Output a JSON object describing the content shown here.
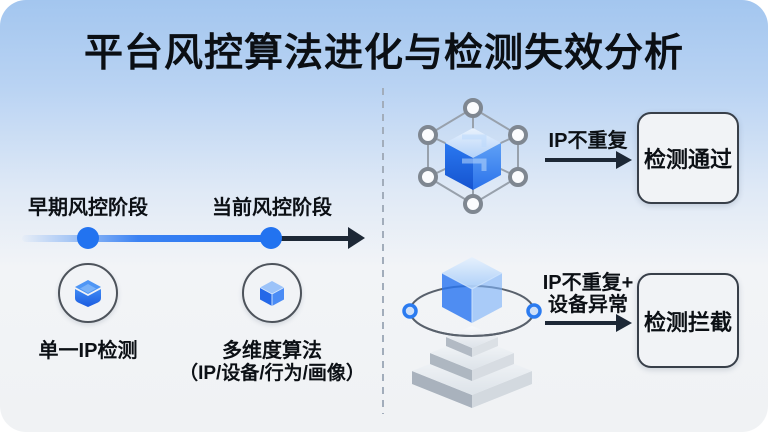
{
  "title": "平台风控算法进化与检测失效分析",
  "timeline": {
    "stages": [
      {
        "label": "早期风控阶段",
        "icon": "layers-box-icon",
        "caption": "单一IP检测"
      },
      {
        "label": "当前风控阶段",
        "icon": "cube-icon",
        "caption": "多维度算法",
        "caption_sub": "（IP/设备/行为/画像）"
      }
    ]
  },
  "flows": [
    {
      "icon": "hexagon-network-cube-icon",
      "condition_lines": [
        "IP不重复"
      ],
      "result": "检测通过"
    },
    {
      "icon": "platform-orbit-cube-icon",
      "condition_lines": [
        "IP不重复+",
        "设备异常"
      ],
      "result": "检测拦截"
    }
  ],
  "colors": {
    "accent_blue": "#2273f0",
    "arrow_black": "#1d2836",
    "bg_top": "#a3c6ef",
    "bg_bottom": "#f0f2f4",
    "box_fill": "#f1f3f6",
    "box_border": "#383f49",
    "divider": "#a2adbb"
  }
}
